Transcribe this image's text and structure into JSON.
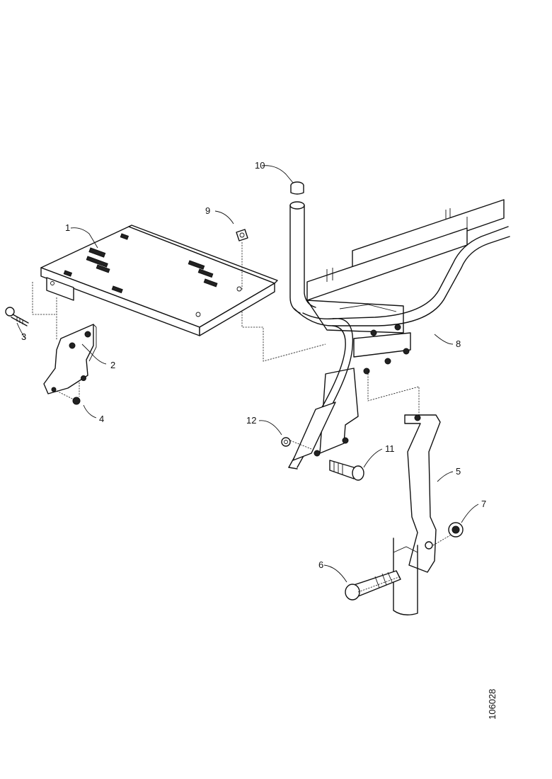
{
  "callouts": {
    "c1": "1",
    "c2": "2",
    "c3": "3",
    "c4": "4",
    "c5": "5",
    "c6": "6",
    "c7": "7",
    "c8": "8",
    "c9": "9",
    "c10": "10",
    "c11": "11",
    "c12": "12"
  },
  "document_id": "106028"
}
